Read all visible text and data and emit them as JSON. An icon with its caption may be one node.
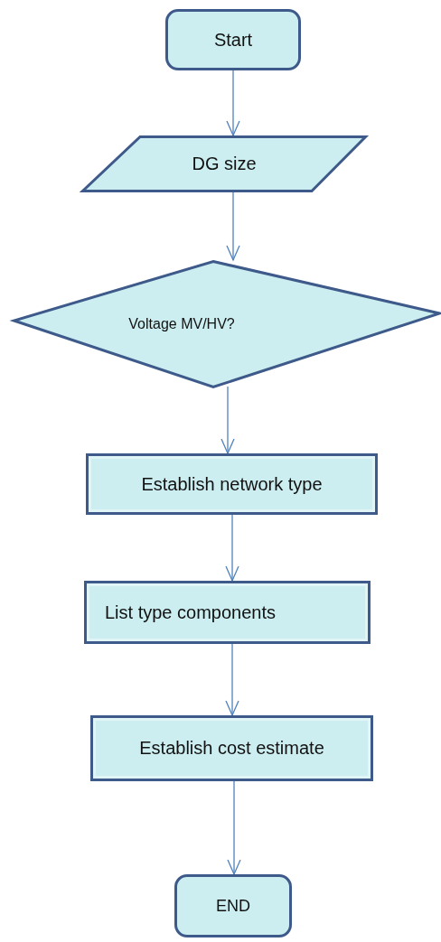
{
  "diagram": {
    "nodes": [
      {
        "text": [
          "Start"
        ]
      },
      {
        "text": [
          "DG size"
        ]
      },
      {
        "text": [
          "Voltage MV/HV?"
        ]
      },
      {
        "text": [
          "Establish network type"
        ]
      },
      {
        "text": [
          "List type components"
        ]
      },
      {
        "text": [
          "Establish cost estimate"
        ]
      },
      {
        "text": [
          "END"
        ]
      }
    ],
    "edges": [
      {
        "from": 0,
        "to": 1,
        "arrow": "to"
      },
      {
        "from": 1,
        "to": 2,
        "arrow": "to"
      },
      {
        "from": 2,
        "to": 3,
        "arrow": "to"
      },
      {
        "from": 3,
        "to": 4,
        "arrow": "to"
      },
      {
        "from": 4,
        "to": 5,
        "arrow": "to"
      },
      {
        "from": 5,
        "to": 6,
        "arrow": "to"
      }
    ]
  }
}
